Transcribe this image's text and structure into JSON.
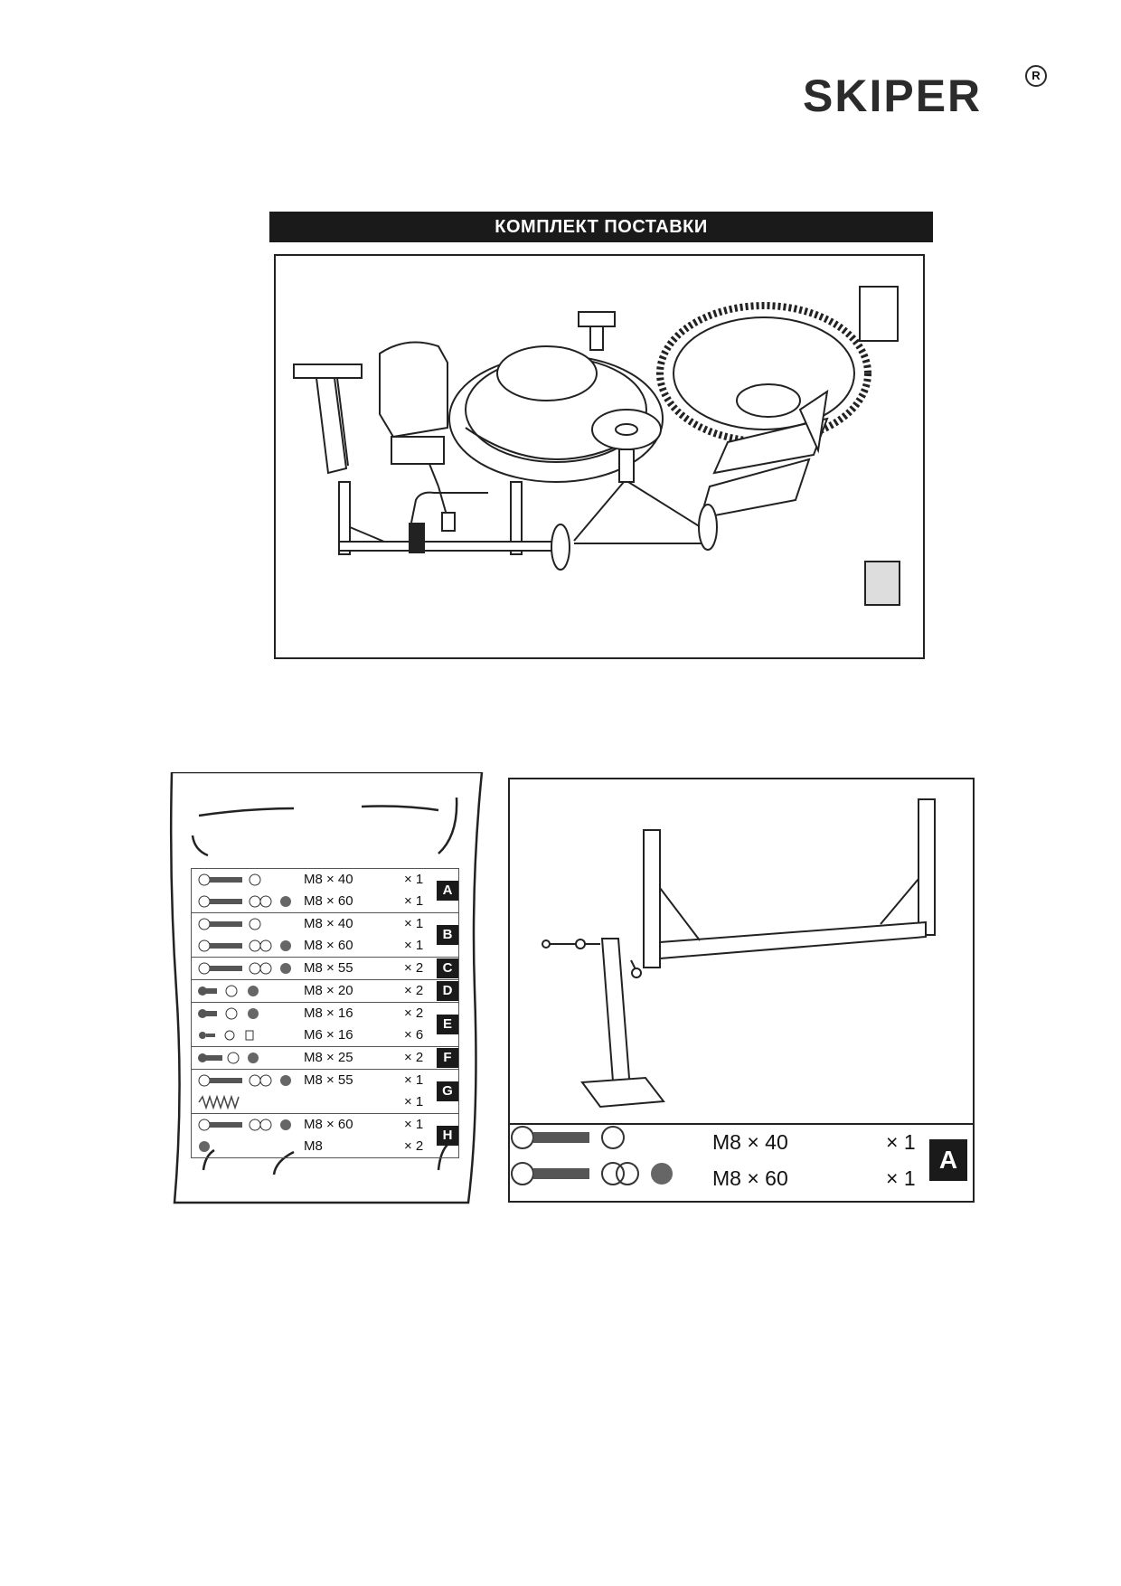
{
  "brand": {
    "name": "SKIPER",
    "registered": "R"
  },
  "section": {
    "title": "КОМПЛЕКТ ПОСТАВКИ"
  },
  "hardware_bag": {
    "groups": [
      {
        "letter": "A",
        "rows": [
          {
            "spec": "M8 × 40",
            "qty": "× 1",
            "icons": "bolt-washer"
          },
          {
            "spec": "M8 × 60",
            "qty": "× 1",
            "icons": "bolt-washers-nut"
          }
        ]
      },
      {
        "letter": "B",
        "rows": [
          {
            "spec": "M8 × 40",
            "qty": "× 1",
            "icons": "bolt-washer"
          },
          {
            "spec": "M8 × 60",
            "qty": "× 1",
            "icons": "bolt-washers-nut"
          }
        ]
      },
      {
        "letter": "C",
        "rows": [
          {
            "spec": "M8 × 55",
            "qty": "× 2",
            "icons": "bolt-washers-nut"
          }
        ]
      },
      {
        "letter": "D",
        "rows": [
          {
            "spec": "M8 × 20",
            "qty": "× 2",
            "icons": "short-bolt-washer-nut"
          }
        ]
      },
      {
        "letter": "E",
        "rows": [
          {
            "spec": "M8 × 16",
            "qty": "× 2",
            "icons": "short-bolt-washer-nut"
          },
          {
            "spec": "M6 × 16",
            "qty": "× 6",
            "icons": "small-bolt-washer-nut"
          }
        ]
      },
      {
        "letter": "F",
        "rows": [
          {
            "spec": "M8 × 25",
            "qty": "× 2",
            "icons": "short-bolt-washer-nut"
          }
        ]
      },
      {
        "letter": "G",
        "rows": [
          {
            "spec": "M8 × 55",
            "qty": "× 1",
            "icons": "bolt-washers-nut"
          },
          {
            "spec": "",
            "qty": "× 1",
            "icons": "spring"
          }
        ]
      },
      {
        "letter": "H",
        "rows": [
          {
            "spec": "M8 × 60",
            "qty": "× 1",
            "icons": "bolt-washers-nut"
          },
          {
            "spec": "M8",
            "qty": "× 2",
            "icons": "nut"
          }
        ]
      }
    ]
  },
  "step_kit": {
    "letter": "A",
    "rows": [
      {
        "spec": "M8 × 40",
        "qty": "× 1"
      },
      {
        "spec": "M8 × 60",
        "qty": "× 1"
      }
    ]
  }
}
